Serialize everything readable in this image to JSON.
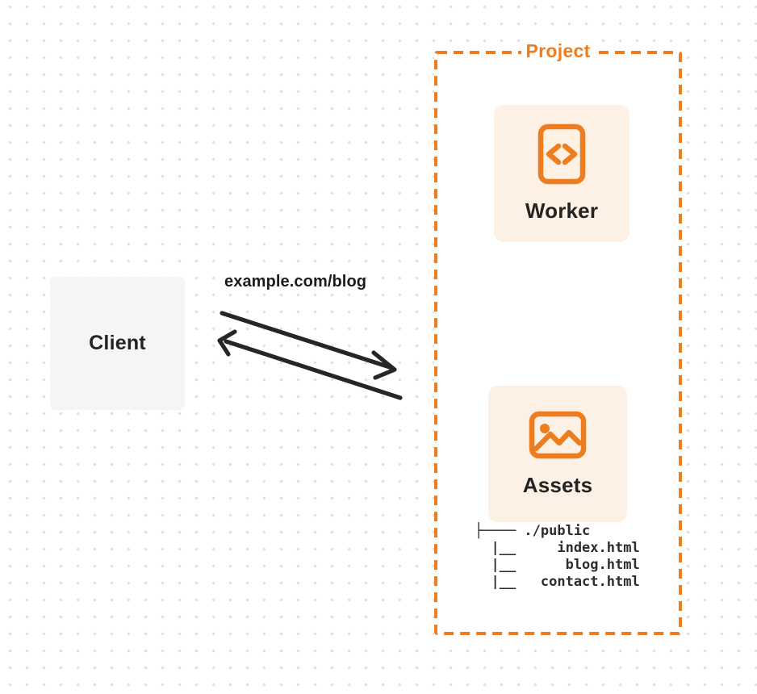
{
  "project": {
    "label": "Project"
  },
  "client": {
    "label": "Client"
  },
  "worker": {
    "label": "Worker"
  },
  "assets": {
    "label": "Assets"
  },
  "request": {
    "label": "example.com/blog"
  },
  "file_tree": {
    "text": "├──── ./public\n  |__     index.html\n  |__      blog.html\n  |__   contact.html",
    "entries": [
      "./public",
      "index.html",
      "blog.html",
      "contact.html"
    ]
  },
  "icons": {
    "worker": "code-file-icon",
    "assets": "image-icon"
  },
  "colors": {
    "accent_orange": "#ed7d1f",
    "card_background": "#fcf1e4",
    "client_background": "#f5f5f6",
    "arrow_black": "#262626",
    "dot_grid": "#e2e2e5",
    "text_dark": "#222222"
  }
}
